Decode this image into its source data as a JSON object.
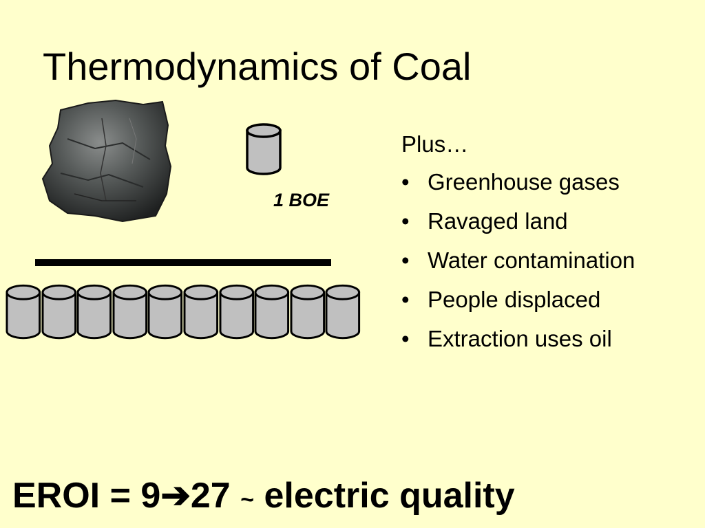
{
  "slide": {
    "title": "Thermodynamics of Coal",
    "boe_label": "1 BOE",
    "barrel_count": 10,
    "list": {
      "intro": "Plus…",
      "bullet_glyph": "•",
      "items": [
        "Greenhouse gases",
        "Ravaged land",
        "Water contamination",
        "People displaced",
        "Extraction uses oil"
      ]
    },
    "eroi": {
      "prefix": "EROI = 9",
      "arrow": "➔",
      "value": "27",
      "tilde": "~",
      "suffix": "electric quality"
    }
  },
  "colors": {
    "background": "#ffffcc",
    "barrel_fill": "#c0c0c0",
    "text": "#000000"
  }
}
